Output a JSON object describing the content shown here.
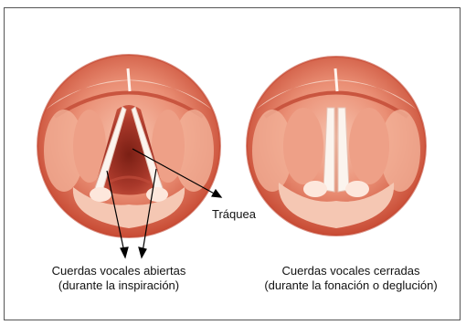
{
  "labels": {
    "trachea": "Tráquea",
    "open_caption_line1": "Cuerdas vocales abiertas",
    "open_caption_line2": "(durante la inspiración)",
    "closed_caption_line1": "Cuerdas vocales cerradas",
    "closed_caption_line2": "(durante la fonación o deglución)"
  },
  "colors": {
    "frame_border": "#555555",
    "tissue_outer": "#d9654a",
    "tissue_mid": "#ea8f75",
    "tissue_light": "#f7c3ad",
    "tissue_dark": "#b5422e",
    "vocal_cord": "#fbf4ee",
    "trachea_opening": "#b03b2a",
    "arrow": "#000000"
  }
}
